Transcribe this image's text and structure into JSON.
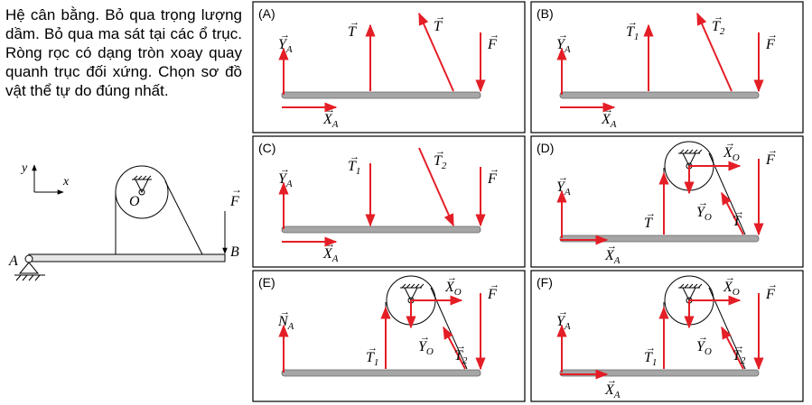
{
  "question": {
    "text": "Hệ cân bằng. Bỏ qua trọng lượng dầm. Bỏ qua ma sát tại các ổ trục. Ròng rọc có dạng tròn xoay quay quanh trục đối xứng. Chọn sơ đồ vật thể tự do đúng nhất."
  },
  "setup": {
    "point_A": "A",
    "point_B": "B",
    "point_O": "O",
    "force_F": "F",
    "axis_x": "x",
    "axis_y": "y"
  },
  "options": [
    {
      "label": "(A)",
      "forces": {
        "YA": "Y",
        "YA_sub": "A",
        "XA": "X",
        "XA_sub": "A",
        "T1": "T",
        "T2": "T",
        "F": "F"
      }
    },
    {
      "label": "(B)",
      "forces": {
        "YA": "Y",
        "YA_sub": "A",
        "XA": "X",
        "XA_sub": "A",
        "T1": "T",
        "T1_sub": "1",
        "T2": "T",
        "T2_sub": "2",
        "F": "F"
      }
    },
    {
      "label": "(C)",
      "forces": {
        "YA": "Y",
        "YA_sub": "A",
        "XA": "X",
        "XA_sub": "A",
        "T1": "T",
        "T1_sub": "1",
        "T2": "T",
        "T2_sub": "2",
        "F": "F"
      }
    },
    {
      "label": "(D)",
      "forces": {
        "YA": "Y",
        "YA_sub": "A",
        "XA": "X",
        "XA_sub": "A",
        "T1": "T",
        "T2": "T",
        "XO": "X",
        "XO_sub": "O",
        "YO": "Y",
        "YO_sub": "O",
        "F": "F"
      }
    },
    {
      "label": "(E)",
      "forces": {
        "NA": "N",
        "NA_sub": "A",
        "T1": "T",
        "T1_sub": "1",
        "T2": "T",
        "T2_sub": "2",
        "XO": "X",
        "XO_sub": "O",
        "YO": "Y",
        "YO_sub": "O",
        "F": "F"
      }
    },
    {
      "label": "(F)",
      "forces": {
        "YA": "Y",
        "YA_sub": "A",
        "XA": "X",
        "XA_sub": "A",
        "T1": "T",
        "T1_sub": "1",
        "T2": "T",
        "T2_sub": "2",
        "XO": "X",
        "XO_sub": "O",
        "YO": "Y",
        "YO_sub": "O",
        "F": "F"
      }
    }
  ],
  "colors": {
    "force": "#e41e26",
    "beam": "#a6a6a6",
    "frame": "#000000"
  }
}
